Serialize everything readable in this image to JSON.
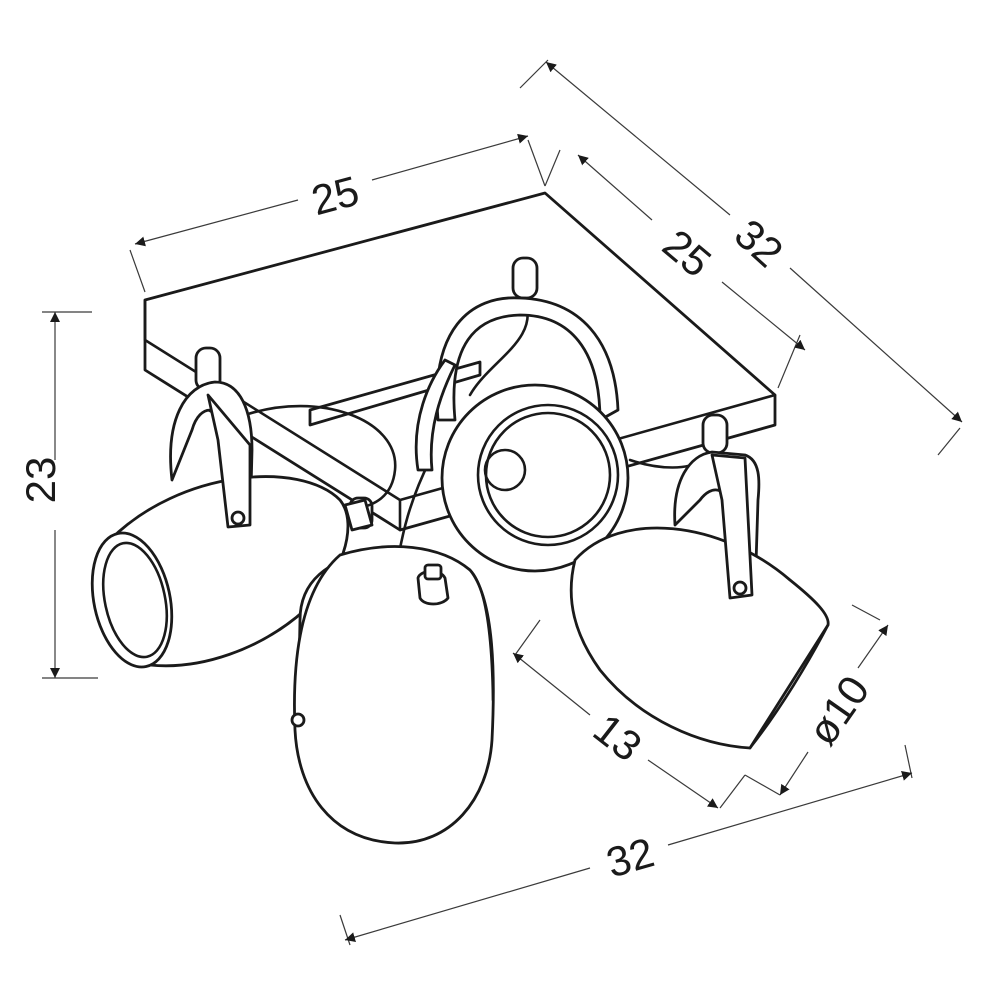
{
  "dimensions": {
    "top_width": "25",
    "top_depth": "25",
    "overall_depth": "32",
    "height": "23",
    "shade_length": "13",
    "shade_diameter": "ø10",
    "overall_width": "32"
  },
  "colors": {
    "line": "#1a1a1a",
    "background": "#ffffff"
  }
}
